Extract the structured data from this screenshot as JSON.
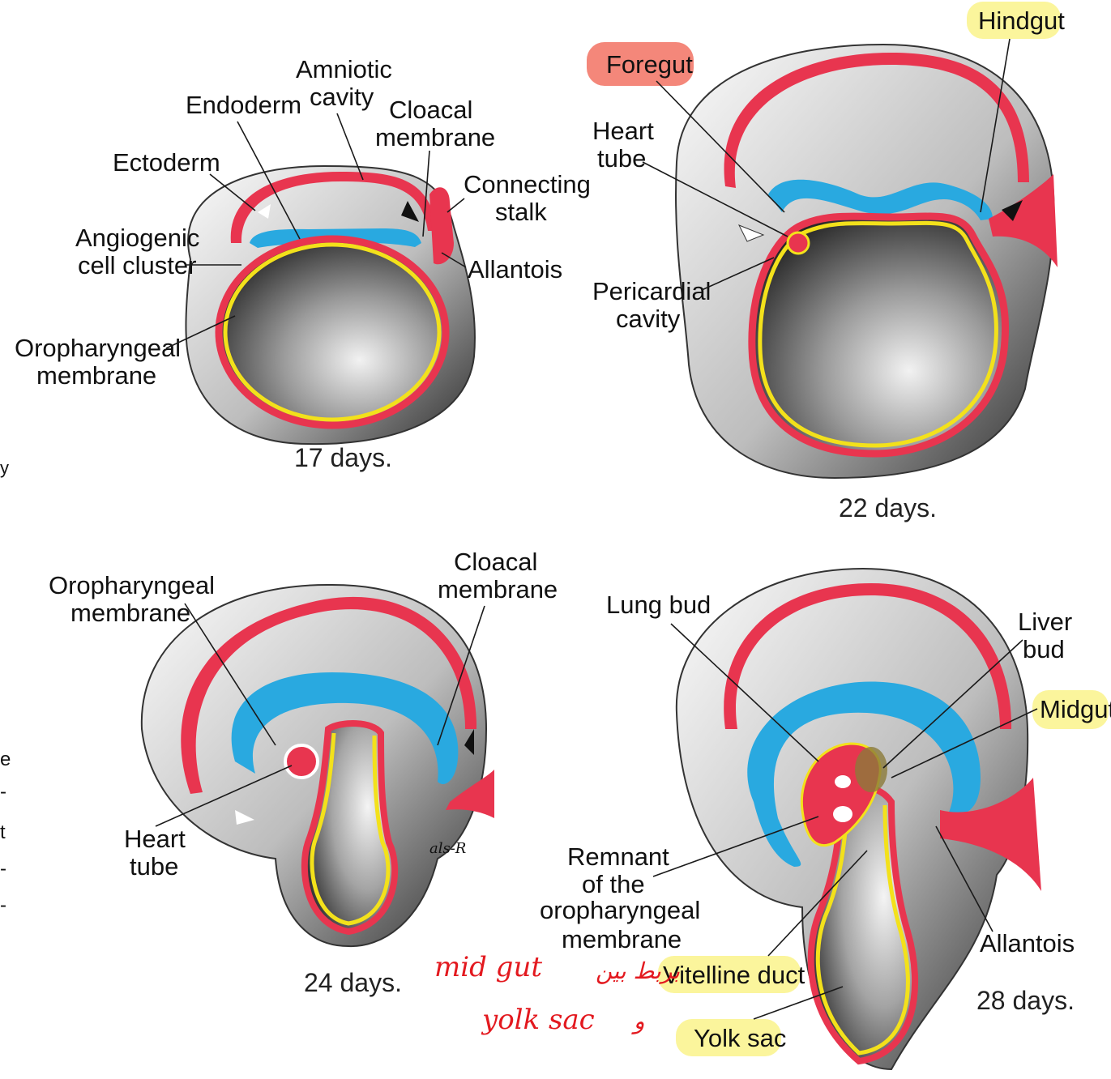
{
  "panels": [
    {
      "id": "d17",
      "caption": "17 days.",
      "labels": {
        "amniotic_cavity_1": "Amniotic",
        "amniotic_cavity_2": "cavity",
        "endoderm": "Endoderm",
        "cloacal_membrane_1": "Cloacal",
        "cloacal_membrane_2": "membrane",
        "ectoderm": "Ectoderm",
        "connecting_stalk_1": "Connecting",
        "connecting_stalk_2": "stalk",
        "angiogenic_1": "Angiogenic",
        "angiogenic_2": "cell cluster",
        "allantois": "Allantois",
        "oropharyngeal_1": "Oropharyngeal",
        "oropharyngeal_2": "membrane"
      }
    },
    {
      "id": "d22",
      "caption": "22 days.",
      "labels": {
        "foregut": "Foregut",
        "hindgut": "Hindgut",
        "heart_tube_1": "Heart",
        "heart_tube_2": "tube",
        "pericardial_1": "Pericardial",
        "pericardial_2": "cavity"
      }
    },
    {
      "id": "d24",
      "caption": "24 days.",
      "labels": {
        "oropharyngeal_1": "Oropharyngeal",
        "oropharyngeal_2": "membrane",
        "cloacal_1": "Cloacal",
        "cloacal_2": "membrane",
        "heart_tube_1": "Heart",
        "heart_tube_2": "tube",
        "signature": "als-R"
      }
    },
    {
      "id": "d28",
      "caption": "28 days.",
      "labels": {
        "lung_bud": "Lung bud",
        "liver_bud_1": "Liver",
        "liver_bud_2": "bud",
        "midgut": "Midgut",
        "remnant_1": "Remnant",
        "remnant_2": "of the",
        "remnant_3": "oropharyngeal",
        "remnant_4": "membrane",
        "allantois": "Allantois",
        "vitelline_duct": "Vitelline duct",
        "yolk_sac": "Yolk sac"
      }
    }
  ],
  "annotations": {
    "handwritten_1": "mid gut",
    "handwritten_2": "بربط بين",
    "handwritten_3": "yolk sac",
    "handwritten_4": "و"
  },
  "edge_glyphs": [
    "y",
    "e",
    "-",
    "t",
    "-",
    "-"
  ],
  "colors": {
    "ectoderm": "#e8354f",
    "endoderm": "#f3e11b",
    "amnion": "#29a9e0",
    "highlight_yellow": "#fbf59c",
    "highlight_salmon": "#f4877a",
    "ink_red": "#e3191f"
  }
}
